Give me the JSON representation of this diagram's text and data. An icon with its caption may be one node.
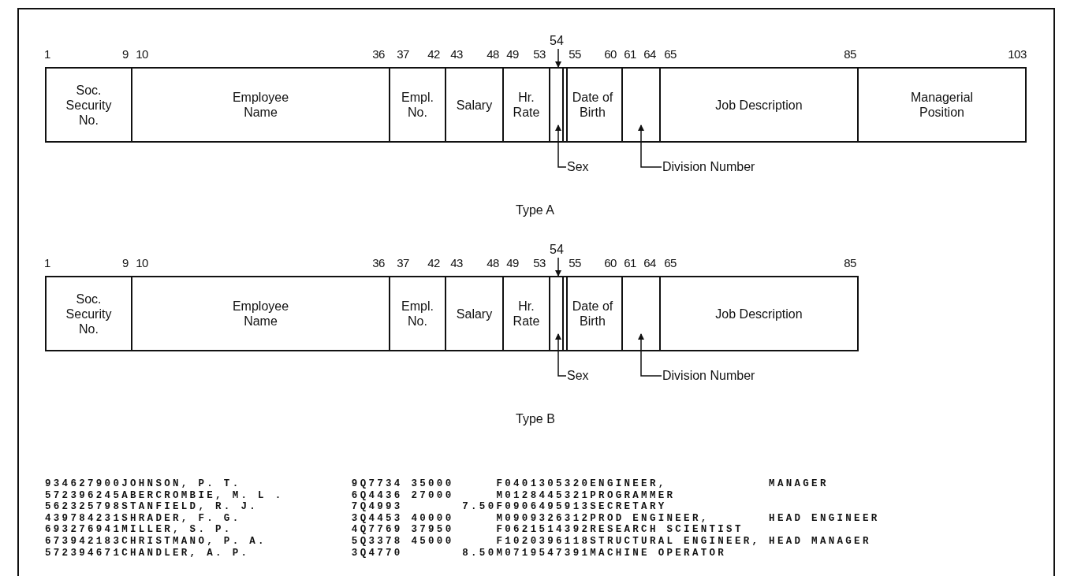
{
  "diagram": {
    "nodes": [
      {
        "text": [
          "Soc. Security No."
        ]
      },
      {
        "text": [
          "Employee Name"
        ]
      },
      {
        "text": [
          "Empl. No."
        ]
      },
      {
        "text": [
          "Salary"
        ]
      },
      {
        "text": [
          "Hr. Rate"
        ]
      },
      {
        "text": [],
        "shape": "box"
      },
      {
        "text": [
          "Date of Birth"
        ]
      },
      {
        "text": [],
        "shape": "box"
      },
      {
        "text": [
          "Job Description"
        ]
      },
      {
        "text": [
          "Managerial Position"
        ]
      },
      {
        "text": [
          "54"
        ]
      },
      {
        "text": [
          "Sex"
        ]
      },
      {
        "text": [
          "Division Number"
        ]
      },
      {
        "text": [
          "Soc. Security No."
        ]
      },
      {
        "text": [
          "Employee Name"
        ]
      },
      {
        "text": [
          "Empl. No."
        ]
      },
      {
        "text": [
          "Salary"
        ]
      },
      {
        "text": [
          "Hr. Rate"
        ]
      },
      {
        "text": [],
        "shape": "box"
      },
      {
        "text": [
          "Date of Birth"
        ]
      },
      {
        "text": [],
        "shape": "box"
      },
      {
        "text": [
          "Job Description"
        ]
      },
      {
        "text": [
          "54"
        ]
      },
      {
        "text": [
          "Sex"
        ]
      },
      {
        "text": [
          "Division Number"
        ]
      }
    ],
    "edges": [
      {
        "from": 10,
        "to": 5,
        "arrow": "to"
      },
      {
        "from": 11,
        "to": 5,
        "arrow": "to"
      },
      {
        "from": 12,
        "to": 7,
        "arrow": "to"
      },
      {
        "from": 22,
        "to": 18,
        "arrow": "to"
      },
      {
        "from": 23,
        "to": 18,
        "arrow": "to"
      },
      {
        "from": 24,
        "to": 20,
        "arrow": "to"
      }
    ],
    "labels": [
      "1",
      "9",
      "10",
      "36",
      "37",
      "42",
      "43",
      "48",
      "49",
      "53",
      "55",
      "60",
      "61",
      "64",
      "65",
      "85",
      "103",
      "Type A",
      "1",
      "9",
      "10",
      "36",
      "37",
      "42",
      "43",
      "48",
      "49",
      "53",
      "55",
      "60",
      "61",
      "64",
      "65",
      "85",
      "Type B",
      "934627900JOHNSON, P. T.             9Q7734 35000     F0401305320ENGINEER,            MANAGER",
      "572396245ABERCROMBIE, M. L .        6Q4436 27000     M0128445321PROGRAMMER",
      "562325798STANFIELD, R. J.           7Q4993       7.50F0906495913SECRETARY",
      "439784231SHRADER, F. G.             3Q4453 40000     M0909326312PROD ENGINEER,       HEAD ENGINEER",
      "693276941MILLER, S. P.              4Q7769 37950     F0621514392RESEARCH SCIENTIST",
      "673942183CHRISTMANO, P. A.          5Q3378 45000     F1020396118STRUCTURAL ENGINEER, HEAD MANAGER",
      "572394671CHANDLER, A. P.            3Q4770       8.50M0719547391MACHINE OPERATOR"
    ]
  }
}
